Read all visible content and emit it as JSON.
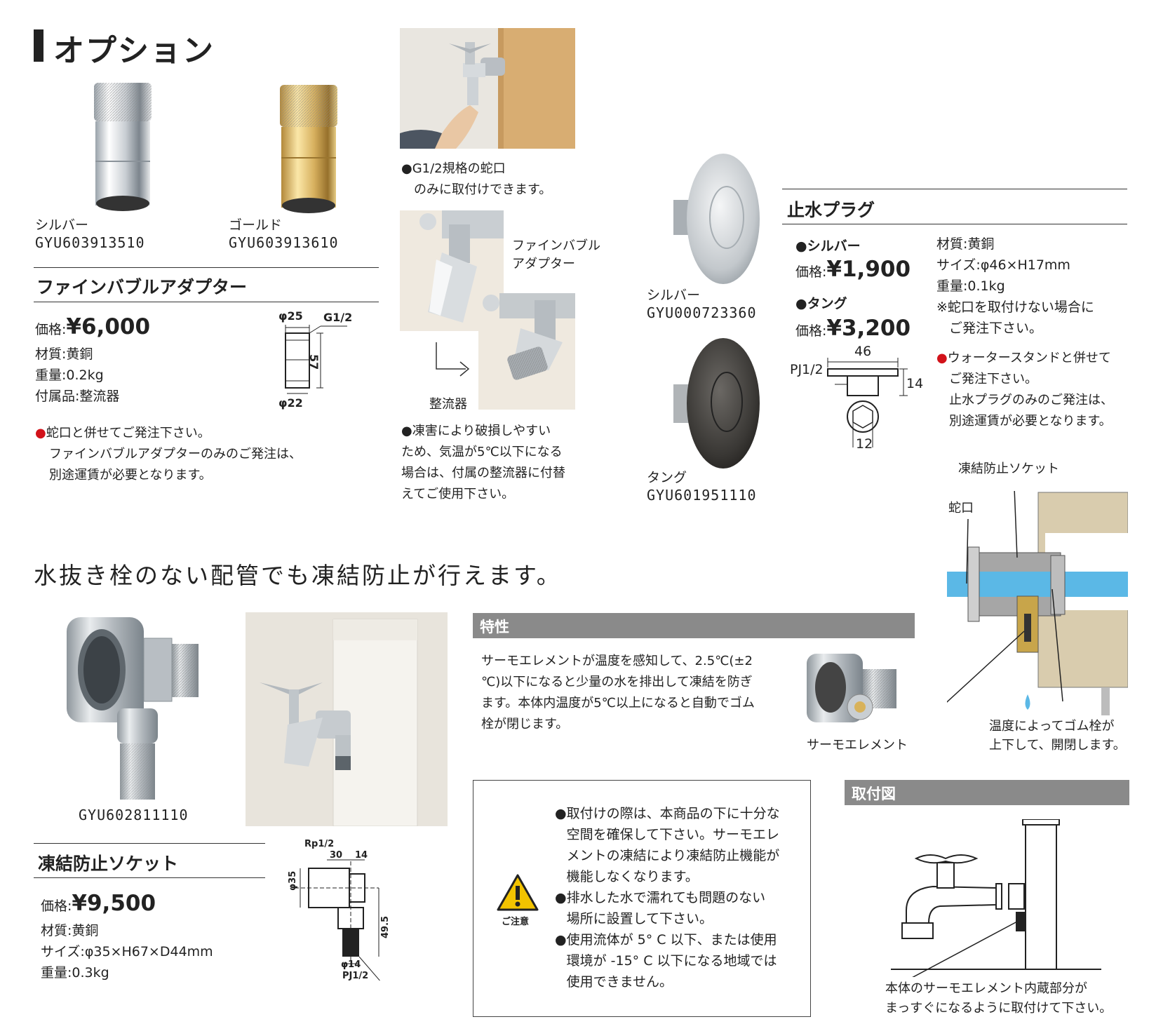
{
  "title": "オプション",
  "adapter": {
    "silver_label": "シルバー",
    "silver_code": "GYU603913510",
    "gold_label": "ゴールド",
    "gold_code": "GYU603913610",
    "heading": "ファインバブルアダプター",
    "price_label": "価格:",
    "price": "¥6,000",
    "specs": [
      "材質:黄銅",
      "重量:0.2kg",
      "付属品:整流器"
    ],
    "note_line1": "蛇口と併せてご発注下さい。",
    "note_line2": "ファインバブルアダプターのみのご発注は、",
    "note_line3": "別途運賃が必要となります。",
    "dims": {
      "d1": "φ25",
      "thread": "G1/2",
      "h": "57",
      "d2": "φ22"
    }
  },
  "install_photos": {
    "g12_line1": "G1/2規格の蛇口",
    "g12_line2": "のみに取付けできます。",
    "fb_label_line1": "ファインバブル",
    "fb_label_line2": "アダプター",
    "seiryuki": "整流器",
    "freeze_note": [
      "凍害により破損しやすい",
      "ため、気温が5℃以下になる",
      "場合は、付属の整流器に付替",
      "えてご使用下さい。"
    ]
  },
  "plug": {
    "silver_label": "シルバー",
    "silver_code": "GYU000723360",
    "tang_label": "タング",
    "tang_code": "GYU601951110",
    "heading": "止水プラグ",
    "opt1_name": "シルバー",
    "opt1_price": "¥1,900",
    "opt2_name": "タング",
    "price_label": "価格:",
    "opt2_price": "¥3,200",
    "specs": [
      "材質:黄銅",
      "サイズ:φ46×H17mm",
      "重量:0.1kg",
      "※蛇口を取付けない場合に",
      "ご発注下さい。"
    ],
    "note": [
      "ウォータースタンドと併せて",
      "ご発注下さい。",
      "止水プラグのみのご発注は、",
      "別途運賃が必要となります。"
    ],
    "dims": {
      "w": "46",
      "thread": "PJ1/2",
      "h": "14",
      "hex": "12"
    }
  },
  "socket": {
    "lead": "水抜き栓のない配管でも凍結防止が行えます。",
    "code": "GYU602811110",
    "heading": "凍結防止ソケット",
    "price_label": "価格:",
    "price": "¥9,500",
    "specs": [
      "材質:黄銅",
      "サイズ:φ35×H67×D44mm",
      "重量:0.3kg"
    ],
    "dims": {
      "rp": "Rp1/2",
      "a": "30",
      "b": "14",
      "d": "φ35",
      "h": "49.5",
      "d14": "φ14",
      "pj": "PJ1/2"
    }
  },
  "features": {
    "bar": "特性",
    "text": [
      "サーモエレメントが温度を感知して、2.5℃(±2",
      "℃)以下になると少量の水を排出して凍結を防ぎ",
      "ます。本体内温度が5℃以上になると自動でゴム",
      "栓が閉じます。"
    ],
    "thermo_label": "サーモエレメント",
    "cut_socket": "凍結防止ソケット",
    "cut_faucet": "蛇口",
    "cut_note_line1": "温度によってゴム栓が",
    "cut_note_line2": "上下して、開閉します。"
  },
  "caution": {
    "label": "ご注意",
    "items": [
      [
        "取付けの際は、本商品の下に十分な",
        "空間を確保して下さい。サーモエレ",
        "メントの凍結により凍結防止機能が",
        "機能しなくなります。"
      ],
      [
        "排水した水で濡れても問題のない",
        "場所に設置して下さい。"
      ],
      [
        "使用流体が 5° C 以下、または使用",
        "環境が -15° C 以下になる地域では",
        "使用できません。"
      ]
    ]
  },
  "mount": {
    "bar": "取付図",
    "note_line1": "本体のサーモエレメント内蔵部分が",
    "note_line2": "まっすぐになるように取付けて下さい。"
  },
  "colors": {
    "red": "#d2121a",
    "gray_bar": "#8a8a8a",
    "water": "#5bb8e6"
  }
}
